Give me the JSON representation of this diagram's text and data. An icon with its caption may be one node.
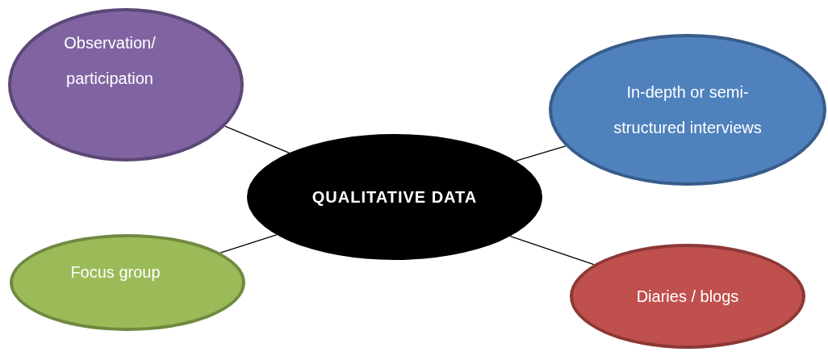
{
  "diagram": {
    "nodes": [
      {
        "text": [
          "Observation/ participation"
        ]
      },
      {
        "text": [
          "In-depth or semi-structured interviews"
        ]
      },
      {
        "text": [
          "QUALITATIVE DATA"
        ]
      },
      {
        "text": [
          "Focus group"
        ]
      },
      {
        "text": [
          "Diaries / blogs"
        ]
      }
    ],
    "edges": [
      {
        "from": 2,
        "to": 0,
        "arrow": "none"
      },
      {
        "from": 2,
        "to": 1,
        "arrow": "none"
      },
      {
        "from": 2,
        "to": 3,
        "arrow": "none"
      },
      {
        "from": 2,
        "to": 4,
        "arrow": "none"
      }
    ]
  }
}
